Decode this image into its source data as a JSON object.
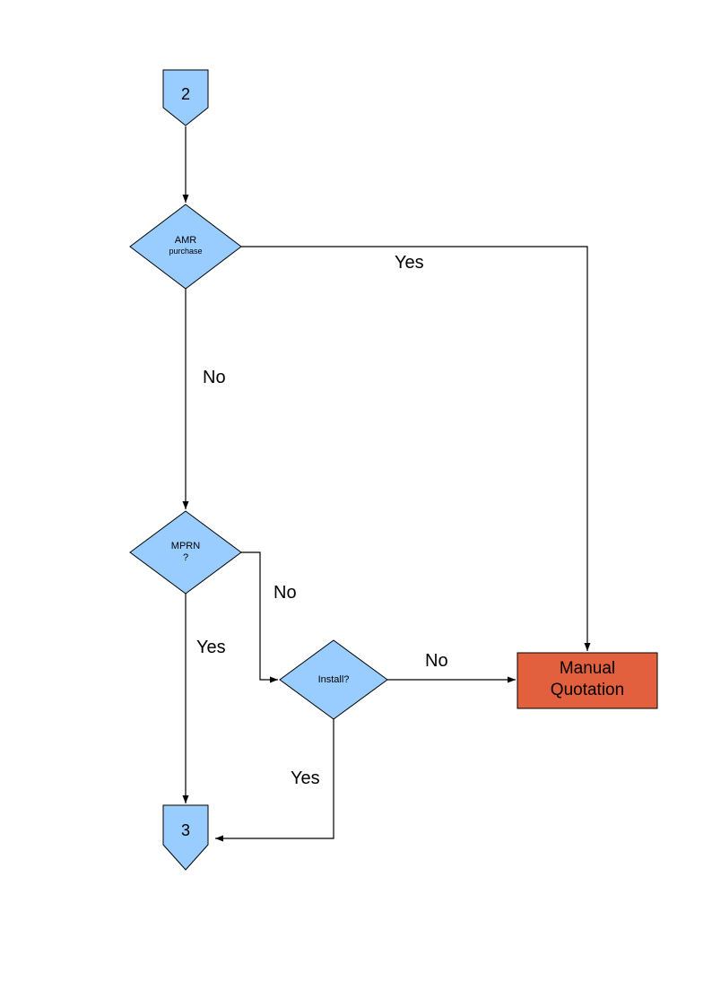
{
  "diagram": {
    "nodes": {
      "connector_2": {
        "label": "2"
      },
      "amr": {
        "line1": "AMR",
        "line2": "purchase"
      },
      "mprn": {
        "line1": "MPRN",
        "line2": "?"
      },
      "install": {
        "label": "Install?"
      },
      "manual_quotation": {
        "line1": "Manual",
        "line2": "Quotation"
      },
      "connector_3": {
        "label": "3"
      }
    },
    "edge_labels": {
      "amr_yes": "Yes",
      "amr_no": "No",
      "mprn_no": "No",
      "mprn_yes": "Yes",
      "install_no": "No",
      "install_yes": "Yes"
    },
    "colors": {
      "node_fill": "#99CCFF",
      "manual_fill": "#E2603D",
      "stroke": "#000000"
    }
  }
}
